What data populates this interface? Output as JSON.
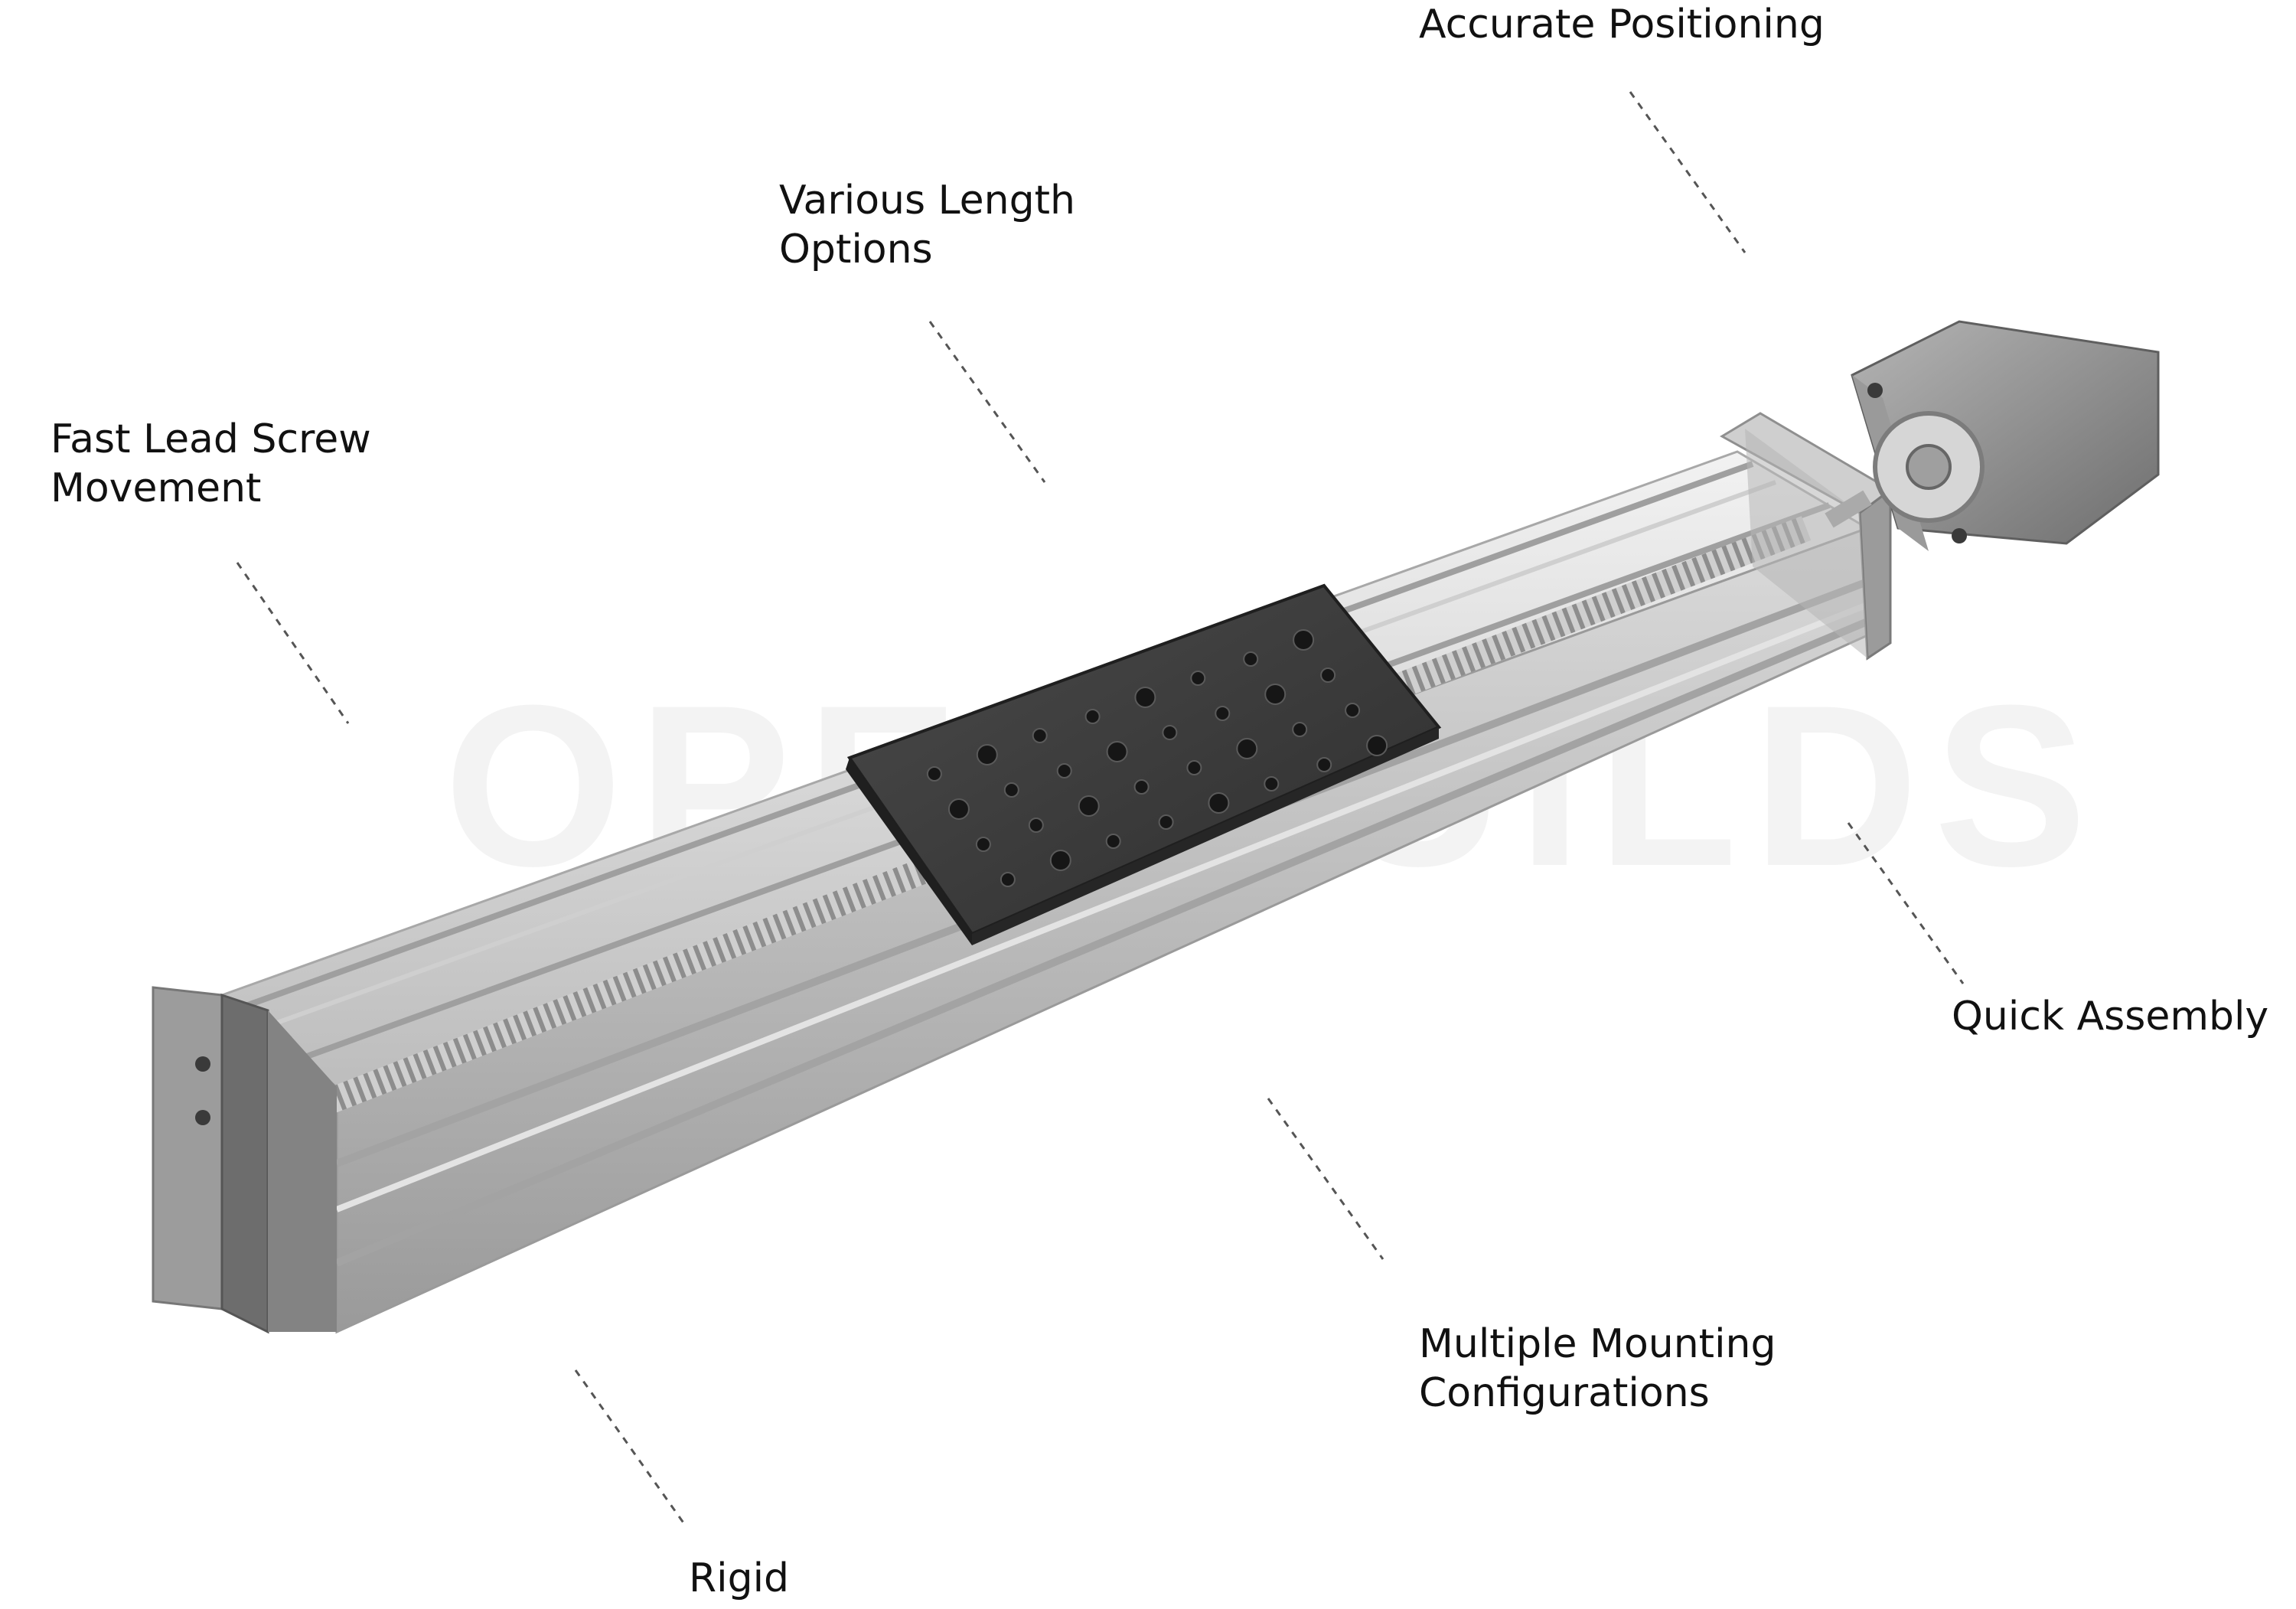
{
  "product_image": {
    "description_icon": "linear-actuator-illustration",
    "colors": {
      "aluminum_light": "#e6e6e6",
      "aluminum_mid": "#c9c9c9",
      "aluminum_dark": "#8f8f8f",
      "plate": "#3d3d3d",
      "plate_hole": "#161616",
      "motor": "#8a8a8a",
      "leader_line": "#555555",
      "watermark": "#f3f3f3"
    }
  },
  "callouts": {
    "accurate_positioning": "Accurate Positioning",
    "various_length": "Various Length\nOptions",
    "fast_lead_screw": "Fast Lead Screw\nMovement",
    "quick_assembly": "Quick Assembly",
    "multiple_mounting": "Multiple Mounting\nConfigurations",
    "rigid": "Rigid"
  },
  "watermark": "OPENBUILDS"
}
